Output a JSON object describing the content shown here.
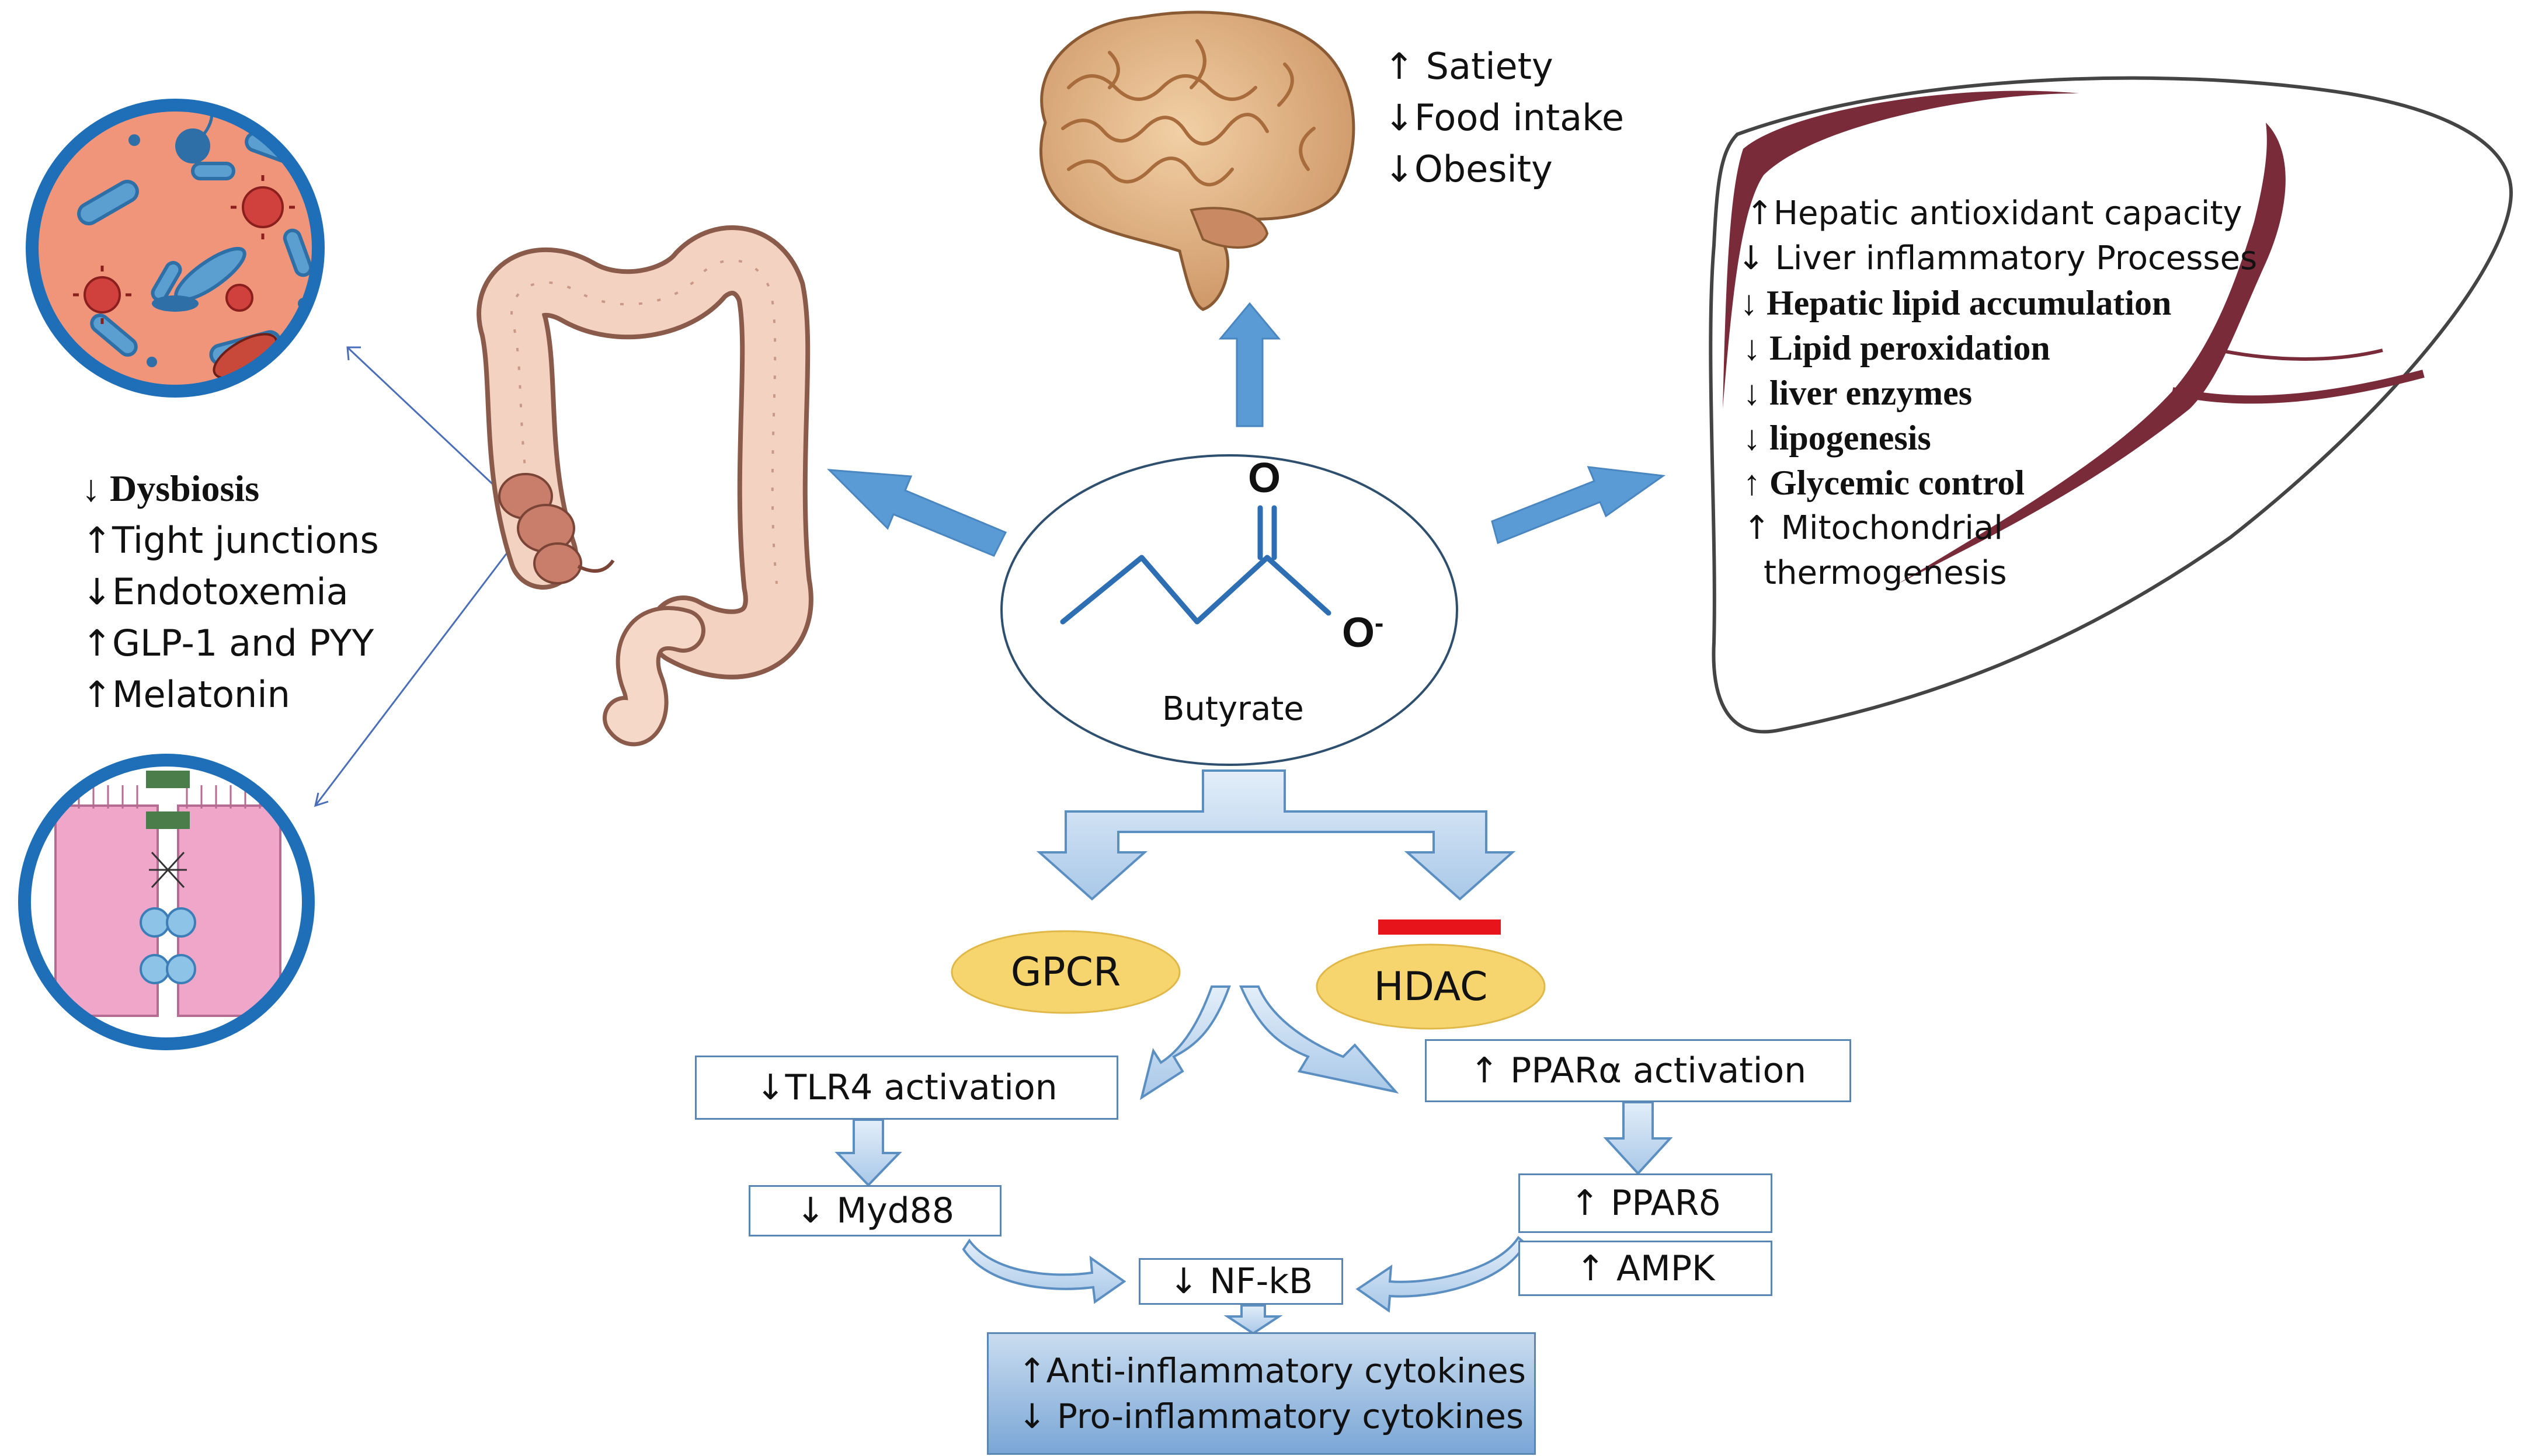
{
  "molecule": {
    "name": "Butyrate",
    "carbonyl_o": "O",
    "anion_o": "O",
    "anion_charge": "-"
  },
  "gut_effects": [
    "↓ Dysbiosis",
    "↑Tight junctions",
    "↓Endotoxemia",
    "↑GLP-1 and PYY",
    "↑Melatonin"
  ],
  "brain_effects": [
    "↑ Satiety",
    "↓Food intake",
    "↓Obesity"
  ],
  "liver_effects": [
    "↑Hepatic antioxidant capacity",
    "↓ Liver inflammatory Processes",
    "↓ Hepatic lipid  accumulation",
    "↓ Lipid peroxidation",
    "↓ liver enzymes",
    "↓ lipogenesis",
    "↑ Glycemic control",
    "↑ Mitochondrial",
    "thermogenesis"
  ],
  "receptors": {
    "gpcr": "GPCR",
    "hdac": "HDAC"
  },
  "pathway": {
    "tlr4": "↓TLR4 activation",
    "myd88": "↓ Myd88",
    "ppara": "↑ PPARα activation",
    "ppard": "↑ PPARδ",
    "ampk": "↑ AMPK",
    "nfkb": "↓ NF-kB"
  },
  "cytokines": {
    "anti": "↑Anti-inflammatory cytokines",
    "pro": "↓ Pro-inflammatory cytokines"
  },
  "colors": {
    "arrow_blue": "#5b9bd5",
    "light_arrow": "#c9ddf1",
    "pill_fill": "#f7d56e",
    "inhibit_red": "#e8141c",
    "liver_outline": "#444444",
    "liver_vessel": "#7a2b3a",
    "circle_border": "#1f6fb8",
    "bacteria_bg": "#f0957a",
    "brain_fill": "#e6b98a",
    "colon_fill": "#f3d2c2"
  },
  "icons": [
    "bacteria-microbiota-icon",
    "tight-junction-epithelium-icon",
    "colon-icon",
    "brain-icon",
    "liver-icon"
  ]
}
